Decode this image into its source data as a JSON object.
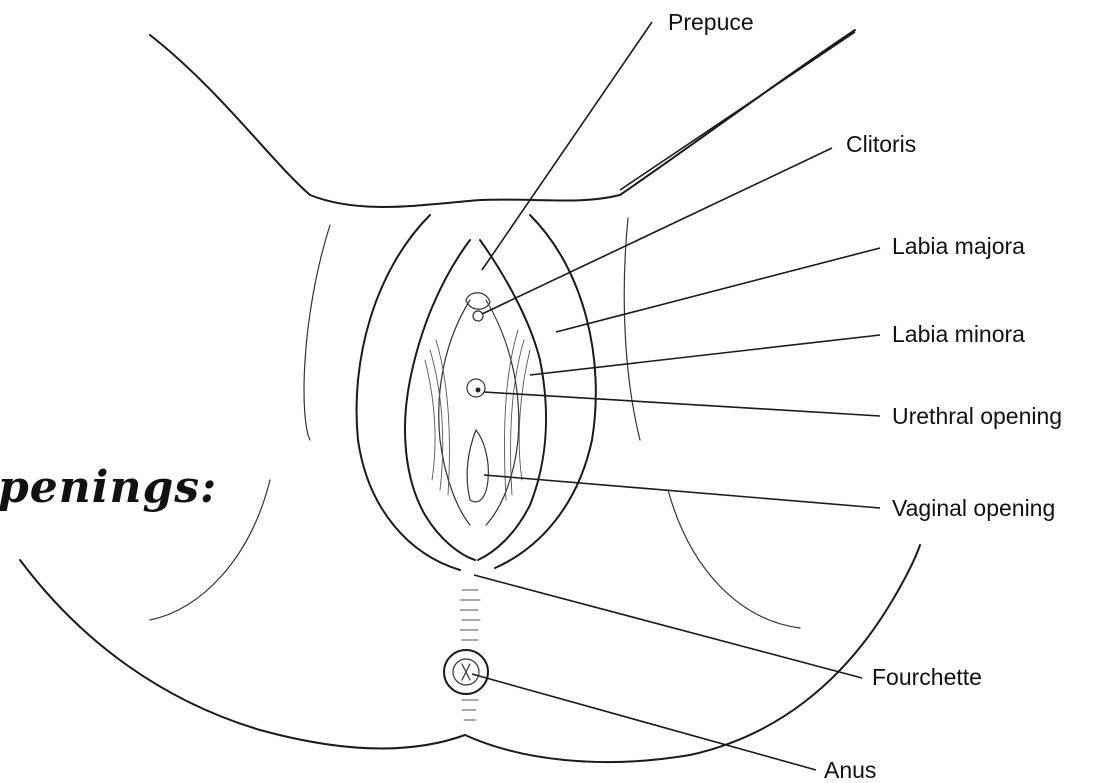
{
  "side_title": "penings:",
  "labels": {
    "prepuce": "Prepuce",
    "clitoris": "Clitoris",
    "labia_majora": "Labia majora",
    "labia_minora": "Labia minora",
    "urethral_opening": "Urethral opening",
    "vaginal_opening": "Vaginal opening",
    "fourchette": "Fourchette",
    "anus": "Anus"
  }
}
